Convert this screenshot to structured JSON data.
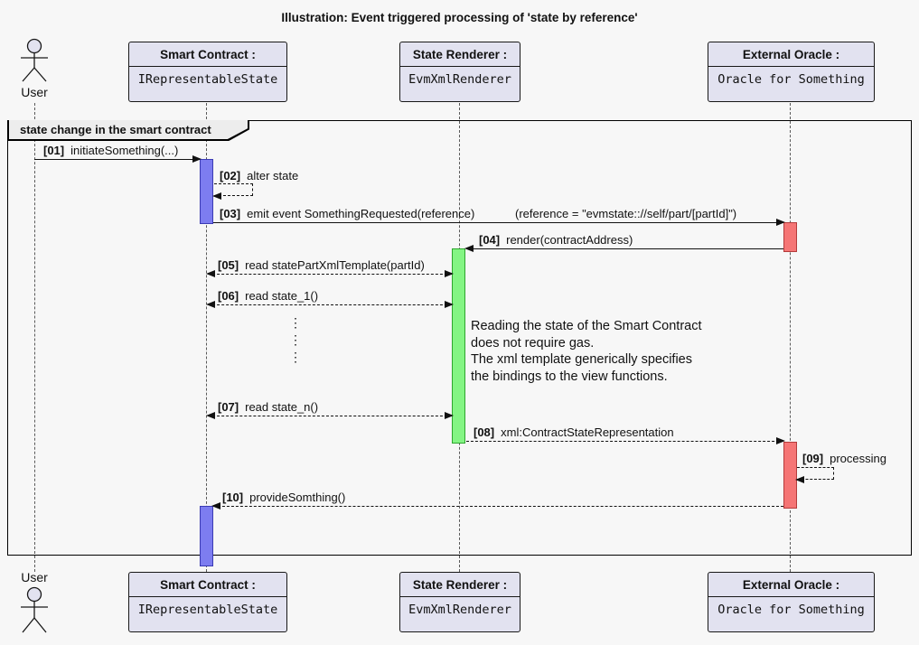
{
  "title": "Illustration: Event triggered processing of 'state by reference'",
  "frame": {
    "label": "state change in the smart contract"
  },
  "actors": {
    "top_label": "User",
    "bottom_label": "User"
  },
  "participants": [
    {
      "role": "Smart Contract :",
      "impl": "IRepresentableState"
    },
    {
      "role": "State Renderer :",
      "impl": "EvmXmlRenderer"
    },
    {
      "role": "External Oracle :",
      "impl": "Oracle for Something"
    }
  ],
  "messages": [
    {
      "seq": "[01]",
      "text": "initiateSomething(...)"
    },
    {
      "seq": "[02]",
      "text": "alter state"
    },
    {
      "seq": "[03]",
      "text": "emit event SomethingRequested(reference)",
      "annotation": "(reference = \"evmstate:://self/part/[partId]\")"
    },
    {
      "seq": "[04]",
      "text": "render(contractAddress)"
    },
    {
      "seq": "[05]",
      "text": "read statePartXmlTemplate(partId)"
    },
    {
      "seq": "[06]",
      "text": "read state_1()"
    },
    {
      "seq": "[07]",
      "text": "read state_n()"
    },
    {
      "seq": "[08]",
      "text": "xml:ContractStateRepresentation"
    },
    {
      "seq": "[09]",
      "text": "processing"
    },
    {
      "seq": "[10]",
      "text": "provideSomthing()"
    }
  ],
  "note": {
    "lines": [
      "Reading the state of the Smart Contract",
      "does not require gas.",
      "The xml template generically specifies",
      "the bindings to the view functions."
    ]
  },
  "ellipsis": "⋮\n⋮\n⋮",
  "colors": {
    "background": "#F7F7F7",
    "participant_fill": "#E2E2F0",
    "participant_border": "#181818",
    "frame_border": "#000000",
    "frame_label_fill": "#EDEDED",
    "activation_blue": "#7D7DF0",
    "activation_blue_border": "#3B3BB4",
    "activation_green": "#84F584",
    "activation_green_border": "#2EA62E",
    "activation_red": "#F57575",
    "activation_red_border": "#B43B3B",
    "lifeline": "#5A5A5A",
    "message": "#111111"
  }
}
